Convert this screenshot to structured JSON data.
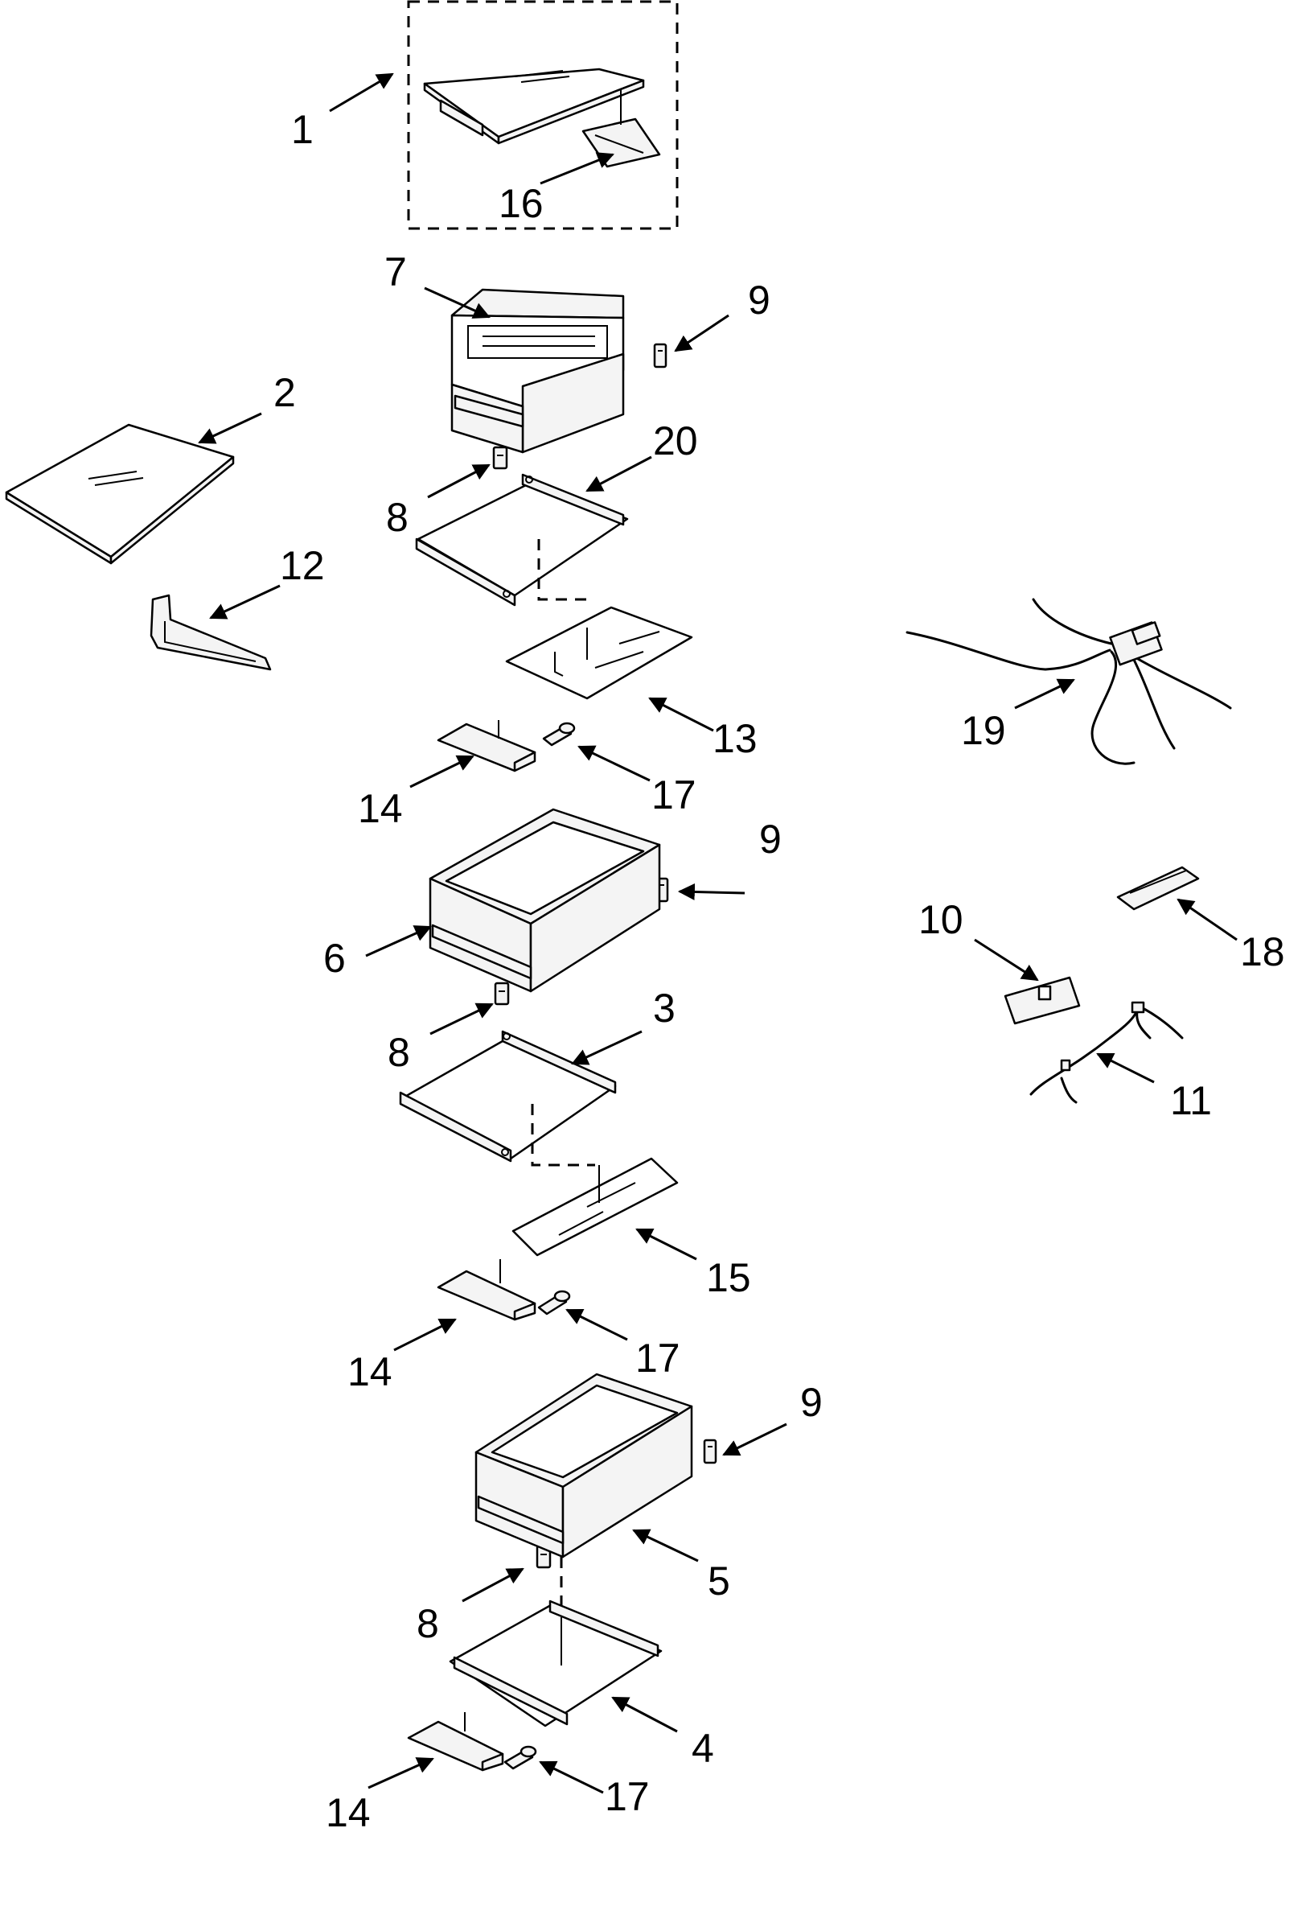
{
  "diagram": {
    "callouts": {
      "c1": "1",
      "c16": "16",
      "c7": "7",
      "c9a": "9",
      "c2": "2",
      "c8a": "8",
      "c20": "20",
      "c12": "12",
      "c13": "13",
      "c19": "19",
      "c14a": "14",
      "c17a": "17",
      "c9b": "9",
      "c6": "6",
      "c10": "10",
      "c18": "18",
      "c8b": "8",
      "c3": "3",
      "c11": "11",
      "c15": "15",
      "c14b": "14",
      "c17b": "17",
      "c9c": "9",
      "c5": "5",
      "c8c": "8",
      "c4": "4",
      "c14c": "14",
      "c17c": "17"
    }
  }
}
